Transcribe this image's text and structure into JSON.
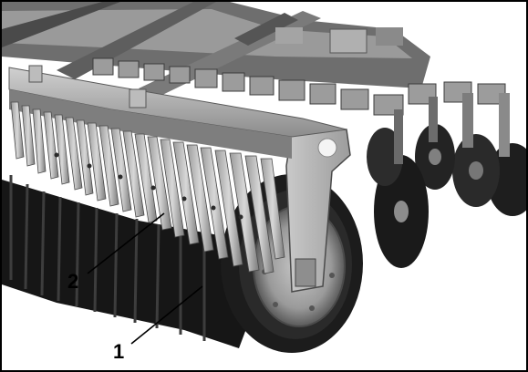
{
  "callouts": [
    {
      "id": "1",
      "label": "1",
      "part": "ring-roller"
    },
    {
      "id": "2",
      "label": "2",
      "part": "tine-bar"
    }
  ],
  "colors": {
    "frame": "#000000",
    "background": "#ffffff",
    "metal_light": "#bdbdbd",
    "metal_mid": "#8a8a8a",
    "metal_dark": "#3a3a3a",
    "tire_black": "#1a1a1a"
  }
}
